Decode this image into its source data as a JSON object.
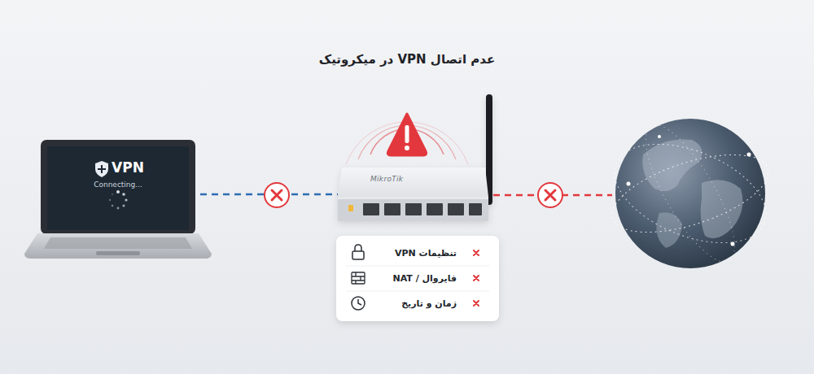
{
  "diagram": {
    "title": "عدم اتصال VPN در میکروتیک",
    "nodes": [
      {
        "text": [
          "VPN",
          "Connecting..."
        ]
      },
      {
        "text": [
          "MikroTik"
        ]
      },
      {
        "text": [
          "تنظیمات VPN",
          "فایروال / NAT",
          "زمان و تاریخ"
        ]
      }
    ],
    "edges": [
      {
        "from": 0,
        "to": 1,
        "arrow": "none"
      }
    ]
  }
}
